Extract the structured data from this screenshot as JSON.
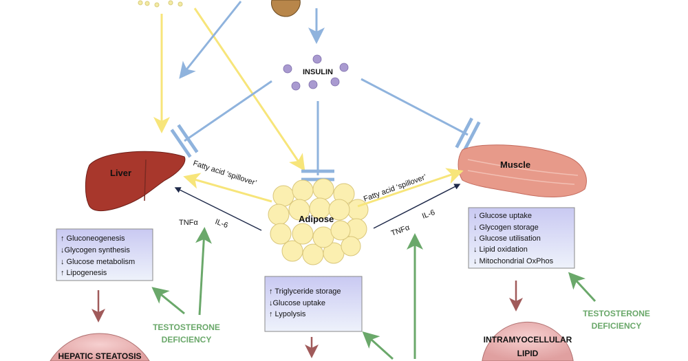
{
  "labels": {
    "insulin": "INSULIN",
    "liver": "Liver",
    "muscle": "Muscle",
    "adipose": "Adipose",
    "spillover_left": "Fatty acid ‘spillover’",
    "spillover_right": "Fatty acid ‘spillover’",
    "tnf_left": "TNFα",
    "il6_left": "IL-6",
    "tnf_right": "TNFα",
    "il6_right": "IL-6"
  },
  "liver_box": [
    "↑ Gluconeogenesis",
    "↓Glycogen synthesis",
    "↓ Glucose metabolism",
    "↑ Lipogenesis"
  ],
  "adipose_box": [
    "↑ Triglyceride storage",
    "↓Glucose uptake",
    "↑ Lypolysis"
  ],
  "muscle_box": [
    "↓ Glucose uptake",
    "↓ Glycogen storage",
    "↓ Glucose utilisation",
    "↓ Lipid oxidation",
    "↓ Mitochondrial OxPhos"
  ],
  "testosterone_left": [
    "TESTOSTERONE",
    "DEFICIENCY"
  ],
  "testosterone_right": [
    "TESTOSTERONE",
    "DEFICIENCY"
  ],
  "outcomes": {
    "hepatic": "HEPATIC STEATOSIS",
    "intramyo": [
      "INTRAMYOCELLULAR",
      "LIPID"
    ]
  },
  "colors": {
    "yellow_arrow": "#f7e57a",
    "blue_arrow": "#8fb3dd",
    "green_arrow": "#6aa86a",
    "red_arrow": "#a05a5a",
    "navy_arrow": "#1f2a4a",
    "liver": "#a8372c",
    "muscle": "#e79a8a",
    "adipose": "#fbefb0"
  }
}
